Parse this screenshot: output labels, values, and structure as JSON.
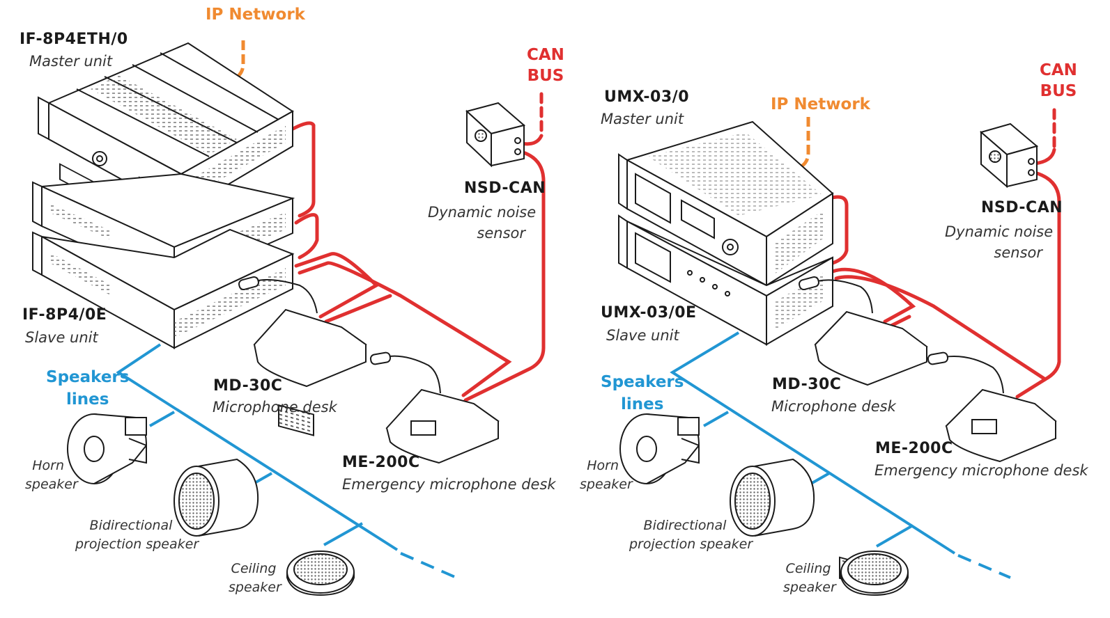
{
  "colors": {
    "ip_network": "#f08a30",
    "can_bus": "#e03030",
    "speaker_lines": "#2196d3",
    "outline": "#1a1a1a"
  },
  "left": {
    "ip_network": "IP Network",
    "can_bus": [
      "CAN",
      "BUS"
    ],
    "master": {
      "model": "IF-8P4ETH/0",
      "desc": "Master unit"
    },
    "slave": {
      "model": "IF-8P4/0E",
      "desc": "Slave unit"
    },
    "sensor": {
      "model": "NSD-CAN",
      "desc": [
        "Dynamic noise",
        "sensor"
      ]
    },
    "mic_desk": {
      "model": "MD-30C",
      "desc": "Microphone desk"
    },
    "emergency_desk": {
      "model": "ME-200C",
      "desc": "Emergency microphone desk"
    },
    "speakers_lines": [
      "Speakers",
      "lines"
    ],
    "horn": [
      "Horn",
      "speaker"
    ],
    "projection": [
      "Bidirectional",
      "projection speaker"
    ],
    "ceiling": [
      "Ceiling",
      "speaker"
    ]
  },
  "right": {
    "ip_network": "IP Network",
    "can_bus": [
      "CAN",
      "BUS"
    ],
    "master": {
      "model": "UMX-03/0",
      "desc": "Master unit"
    },
    "slave": {
      "model": "UMX-03/0E",
      "desc": "Slave unit"
    },
    "sensor": {
      "model": "NSD-CAN",
      "desc": [
        "Dynamic noise",
        "sensor"
      ]
    },
    "mic_desk": {
      "model": "MD-30C",
      "desc": "Microphone desk"
    },
    "emergency_desk": {
      "model": "ME-200C",
      "desc": "Emergency microphone desk"
    },
    "speakers_lines": [
      "Speakers",
      "lines"
    ],
    "horn": [
      "Horn",
      "speaker"
    ],
    "projection": [
      "Bidirectional",
      "projection speaker"
    ],
    "ceiling": [
      "Ceiling",
      "speaker"
    ]
  }
}
